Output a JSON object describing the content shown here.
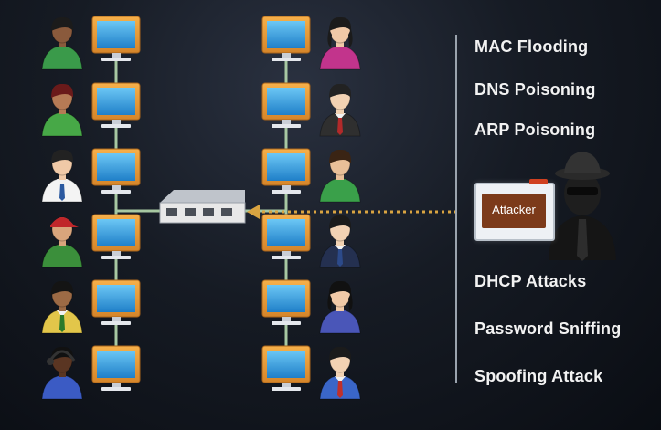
{
  "attacks": [
    {
      "label": "MAC Flooding"
    },
    {
      "label": "DNS Poisoning"
    },
    {
      "label": "ARP Poisoning"
    },
    {
      "label": "DHCP Attacks"
    },
    {
      "label": "Password Sniffing"
    },
    {
      "label": "Spoofing Attack"
    }
  ],
  "attacker": {
    "label": "Attacker"
  },
  "colors": {
    "background": "#151a22",
    "monitor_frame": "#e9a23b",
    "monitor_screen": "#3fa6e6",
    "switch": "#e8e8e8",
    "cable": "#a7c8a2",
    "attack_line": "#d9a441",
    "divider": "#9aa3ad"
  },
  "icons": {
    "monitor": "monitor-icon",
    "user": "user-avatar-icon",
    "switch": "network-switch-icon",
    "attacker": "hacker-icon"
  }
}
